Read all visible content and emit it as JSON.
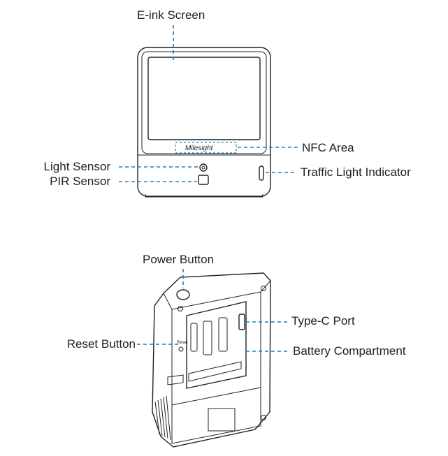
{
  "front_view": {
    "labels": {
      "eink_screen": "E-ink Screen",
      "nfc_area": "NFC Area",
      "light_sensor": "Light Sensor",
      "pir_sensor": "PIR Sensor",
      "traffic_light": "Traffic Light Indicator"
    },
    "logo_text": "Milesight"
  },
  "back_view": {
    "labels": {
      "power_button": "Power Button",
      "reset_button": "Reset Button",
      "typec_port": "Type-C Port",
      "battery_compartment": "Battery Compartment"
    },
    "reset_marking": "Reset"
  },
  "colors": {
    "leader_line": "#1a7fbf",
    "outline": "#222222"
  }
}
